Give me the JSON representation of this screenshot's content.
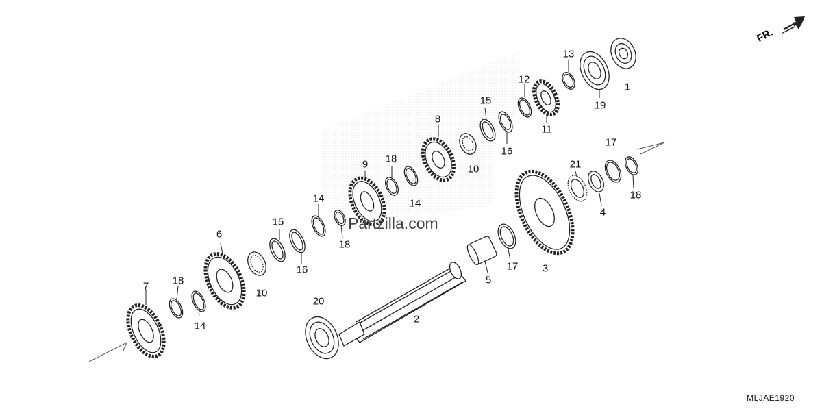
{
  "diagram": {
    "part_code": "MLJAE1920",
    "watermark": "Partzilla.com",
    "direction_label": "FR.",
    "callouts": {
      "c1": "1",
      "c2": "2",
      "c3": "3",
      "c4": "4",
      "c5": "5",
      "c6": "6",
      "c7": "7",
      "c8": "8",
      "c9": "9",
      "c10a": "10",
      "c10b": "10",
      "c11": "11",
      "c12": "12",
      "c13": "13",
      "c14a": "14",
      "c14b": "14",
      "c14c": "14",
      "c15a": "15",
      "c15b": "15",
      "c16a": "16",
      "c16b": "16",
      "c17a": "17",
      "c17b": "17",
      "c18a": "18",
      "c18b": "18",
      "c18c": "18",
      "c18d": "18",
      "c19": "19",
      "c20": "20",
      "c21": "21"
    }
  }
}
